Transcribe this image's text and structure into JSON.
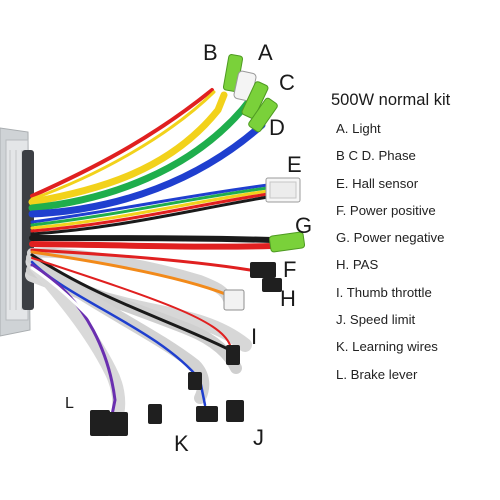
{
  "kit_title": "500W normal kit",
  "legend": [
    "A. Light",
    "B C D. Phase",
    "E. Hall sensor",
    "F. Power positive",
    "G. Power negative",
    "H. PAS",
    "I. Thumb throttle",
    "J. Speed limit",
    "K. Learning wires",
    "L. Brake lever"
  ],
  "connector_letters": {
    "a": "A",
    "b": "B",
    "c": "C",
    "d": "D",
    "e": "E",
    "f": "F",
    "g": "G",
    "h": "H",
    "i": "I",
    "j": "J",
    "k": "K",
    "l": "L"
  },
  "colors": {
    "controller_body": "#e4e6e8",
    "phase_connector": "#7ad13a",
    "wire_yellow": "#f2d21b",
    "wire_green": "#1fae4c",
    "wire_blue": "#1f3fcf",
    "wire_red": "#e02020",
    "wire_black": "#1a1a1a"
  }
}
